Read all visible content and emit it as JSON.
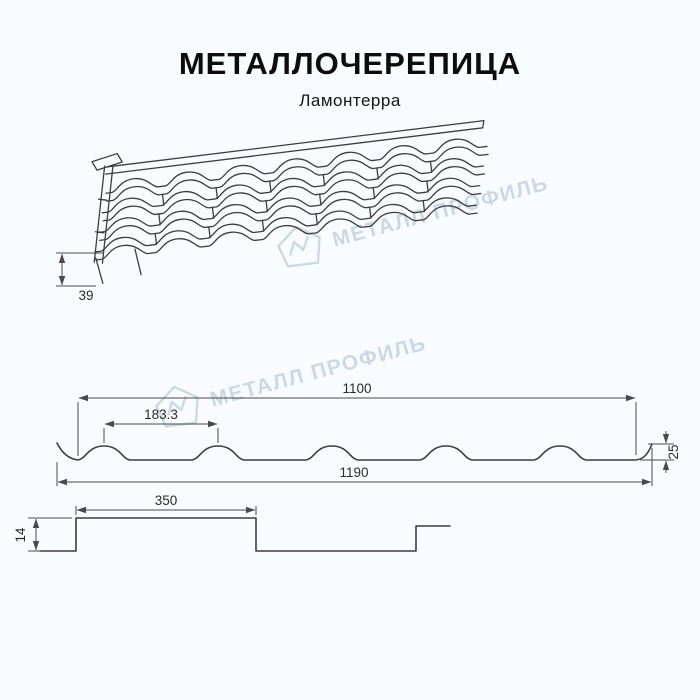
{
  "header": {
    "title": "МЕТАЛЛОЧЕРЕПИЦА",
    "subtitle": "Ламонтерра"
  },
  "watermark": {
    "text": "МЕТАЛЛ ПРОФИЛЬ"
  },
  "perspective": {
    "edge_height": "39"
  },
  "cross_section": {
    "cover_width": "1100",
    "wave_pitch": "183.3",
    "profile_height": "25",
    "full_width": "1190"
  },
  "step_profile": {
    "module_length": "350",
    "step_height": "14"
  },
  "colors": {
    "line": "#3d3d3d",
    "dimension": "#4a4a4a",
    "watermark": "#ccd9e3",
    "background": "#f9fcfe"
  }
}
